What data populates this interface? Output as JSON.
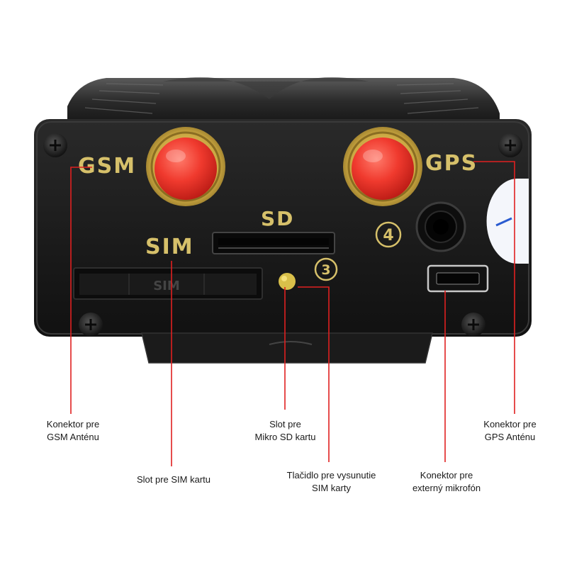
{
  "device": {
    "gsm_label": "GSM",
    "gps_label": "GPS",
    "sd_label": "SD",
    "sim_label": "SIM",
    "sim_tray_label": "SIM",
    "marker_3": "3",
    "marker_4": "4"
  },
  "callouts": {
    "gsm": {
      "line1": "Konektor pre",
      "line2": "GSM Anténu"
    },
    "sim": {
      "line1": "Slot pre SIM kartu"
    },
    "sd": {
      "line1": "Slot pre",
      "line2": "Mikro SD kartu"
    },
    "eject": {
      "line1": "Tlačidlo pre vysunutie",
      "line2": "SIM karty"
    },
    "mic": {
      "line1": "Konektor pre",
      "line2": "externý mikrofón"
    },
    "gps": {
      "line1": "Konektor pre",
      "line2": "GPS Anténu"
    }
  },
  "colors": {
    "body": "#1c1c1c",
    "label": "#d6c06a",
    "antenna": "#e8302a",
    "leader": "#e02020"
  }
}
